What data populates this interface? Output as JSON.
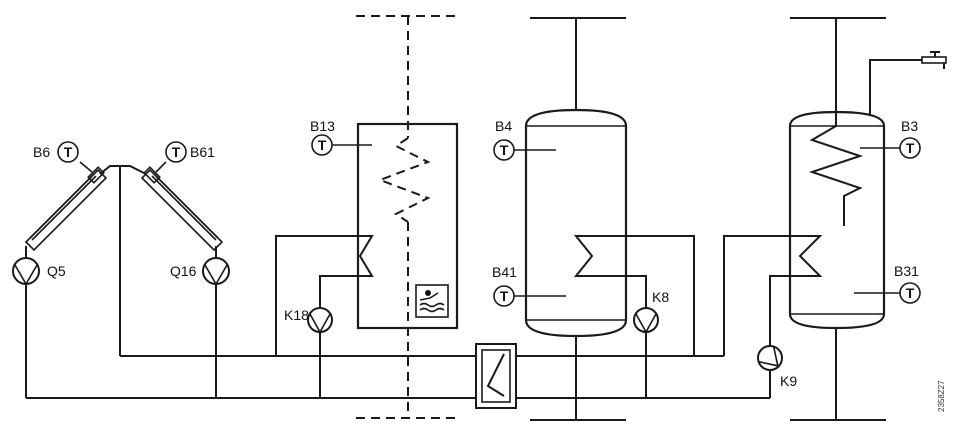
{
  "diagram": {
    "reference_code": "2358Z27",
    "sensor_symbol": "T",
    "labels": {
      "b6": "B6",
      "b61": "B61",
      "q5": "Q5",
      "q16": "Q16",
      "b13": "B13",
      "k18": "K18",
      "b4": "B4",
      "b41": "B41",
      "k8": "K8",
      "b3": "B3",
      "b31": "B31",
      "k9": "K9"
    },
    "icons": [
      "collector-panel-icon",
      "pump-icon",
      "temperature-sensor-icon",
      "heat-exchanger-icon",
      "pool-icon",
      "tap-icon",
      "storage-tank-icon"
    ]
  }
}
